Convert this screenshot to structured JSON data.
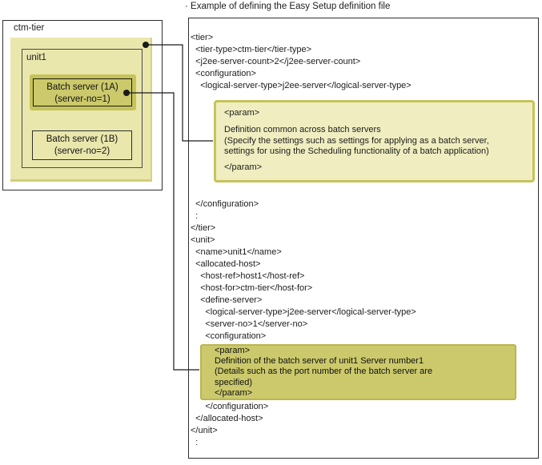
{
  "title": "· Example of defining the Easy Setup definition file",
  "colors": {
    "pale_khaki": "#eae7ad",
    "dark_khaki": "#cbc96b",
    "highlight_ring": "#c6c358",
    "param1_fill": "#f0eec0",
    "param1_border": "#c6c35a",
    "param2_border": "#b9b650",
    "line": "#1a1a1a"
  },
  "left_diagram": {
    "tier_label": "ctm-tier",
    "unit_label": "unit1",
    "server_a": {
      "name": "Batch server (1A)",
      "detail": "(server-no=1)"
    },
    "server_b": {
      "name": "Batch server (1B)",
      "detail": "(server-no=2)"
    }
  },
  "code": {
    "part1": [
      "<tier>",
      "  <tier-type>ctm-tier</tier-type>",
      "  <j2ee-server-count>2</j2ee-server-count>",
      "  <configuration>",
      "    <logical-server-type>j2ee-server</logical-server-type>"
    ],
    "param1": {
      "open": "<param>",
      "body": [
        "Definition common across batch servers",
        "(Specify the settings such as settings for applying as a batch server,",
        "settings for using the Scheduling functionality of a batch application)"
      ],
      "close": "</param>"
    },
    "part2": [
      "  </configuration>",
      "  :",
      "</tier>",
      "<unit>",
      "  <name>unit1</name>",
      "  <allocated-host>",
      "    <host-ref>host1</host-ref>",
      "    <host-for>ctm-tier</host-for>",
      "    <define-server>",
      "      <logical-server-type>j2ee-server</logical-server-type>",
      "      <server-no>1</server-no>",
      "      <configuration>"
    ],
    "param2": [
      "<param>",
      "Definition of the batch server of unit1 Server number1",
      "(Details such as the port number of the batch server are",
      "specified)",
      "</param>"
    ],
    "part3": [
      "      </configuration>",
      "  </allocated-host>",
      "</unit>",
      "  :"
    ]
  }
}
